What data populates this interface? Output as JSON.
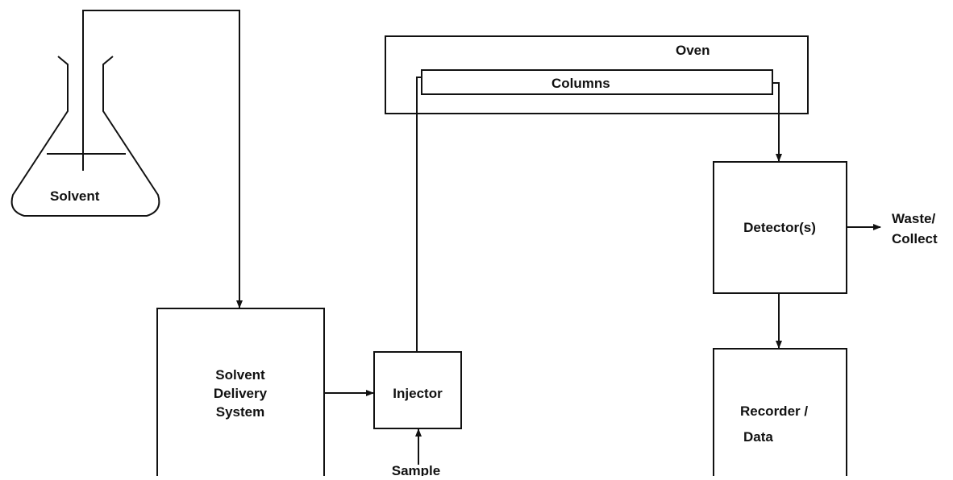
{
  "diagram": {
    "labels": {
      "solvent": "Solvent",
      "oven": "Oven",
      "columns": "Columns",
      "solvent_delivery_line1": "Solvent",
      "solvent_delivery_line2": "Delivery",
      "solvent_delivery_line3": "System",
      "injector": "Injector",
      "sample": "Sample",
      "detector": "Detector(s)",
      "waste_line1": "Waste/",
      "waste_line2": "Collect",
      "recorder_line1": "Recorder /",
      "recorder_line2": "Data"
    },
    "colors": {
      "line": "#111111",
      "background": "#ffffff"
    }
  }
}
